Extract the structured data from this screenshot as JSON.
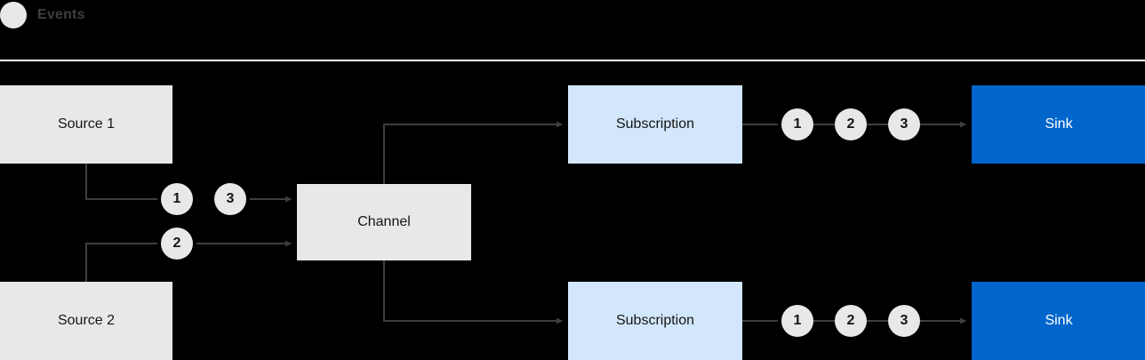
{
  "legend": {
    "icon": "event-dot-icon",
    "label": "Events"
  },
  "nodes": {
    "source1": "Source 1",
    "source2": "Source 2",
    "channel": "Channel",
    "subscription1": "Subscription",
    "subscription2": "Subscription",
    "sink1": "Sink",
    "sink2": "Sink"
  },
  "tokens": {
    "source1_out": [
      "1",
      "3"
    ],
    "source2_out": [
      "2"
    ],
    "subscription1_out": [
      "1",
      "2",
      "3"
    ],
    "subscription2_out": [
      "1",
      "2",
      "3"
    ]
  },
  "colors": {
    "background": "#000000",
    "token": "#e8e8e8",
    "grey_box": "#e8e8e8",
    "light_blue_box": "#d2e7fb",
    "blue_box": "#0066cc",
    "arrow": "#3c3f42",
    "separator": "#ffffff",
    "legend_text": "#3c3f42"
  }
}
